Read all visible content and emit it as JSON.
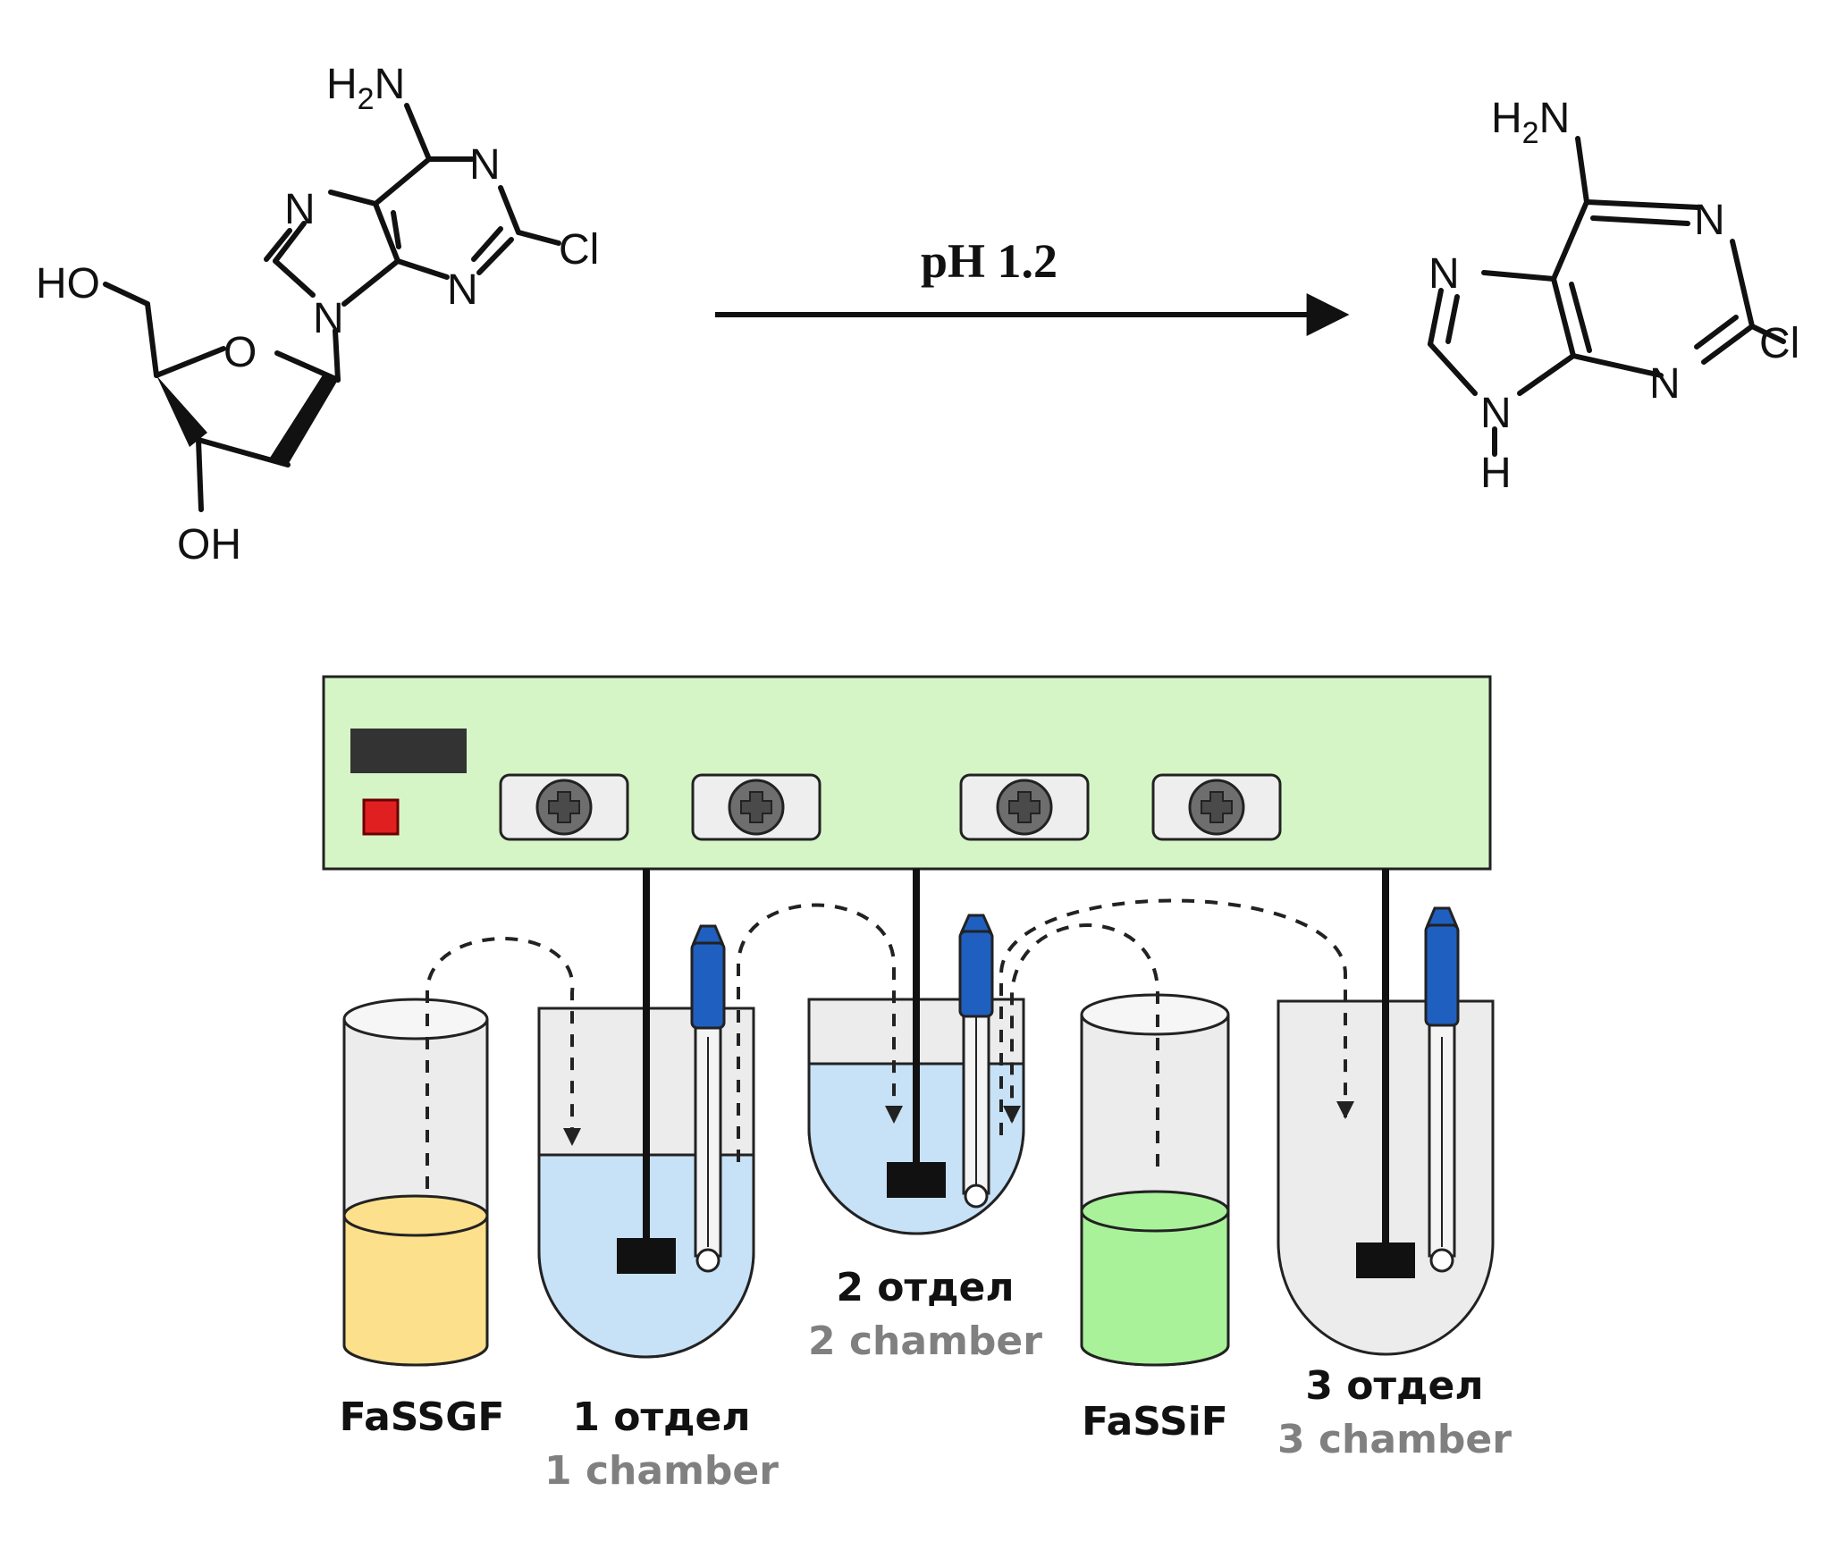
{
  "reaction": {
    "condition": "pH 1.2",
    "reactant": {
      "amine": "H2N",
      "n": "N",
      "cl": "Cl",
      "ring_o": "O",
      "hydroxyl_top": "HO",
      "hydroxyl_bottom": "OH"
    },
    "product": {
      "amine": "H2N",
      "n": "N",
      "nh_n": "N",
      "nh_h": "H",
      "cl": "Cl"
    }
  },
  "apparatus": {
    "colors": {
      "panel": "#d6f5c6",
      "display": "#333333",
      "power_button": "#e02020",
      "knob": "#6e6e6e",
      "probe": "#1f5fbf",
      "fassgf_liquid": "#fde08c",
      "chamber_liquid": "#c7e1f7",
      "fassif_liquid": "#a9f29a",
      "glass": "#ececec"
    },
    "vessels": [
      {
        "label": "FaSSGF",
        "sublabel": ""
      },
      {
        "label": "1 отдел",
        "sublabel": "1 chamber"
      },
      {
        "label": "2 отдел",
        "sublabel": "2 chamber"
      },
      {
        "label": "FaSSiF",
        "sublabel": ""
      },
      {
        "label": "3 отдел",
        "sublabel": "3 chamber"
      }
    ]
  }
}
